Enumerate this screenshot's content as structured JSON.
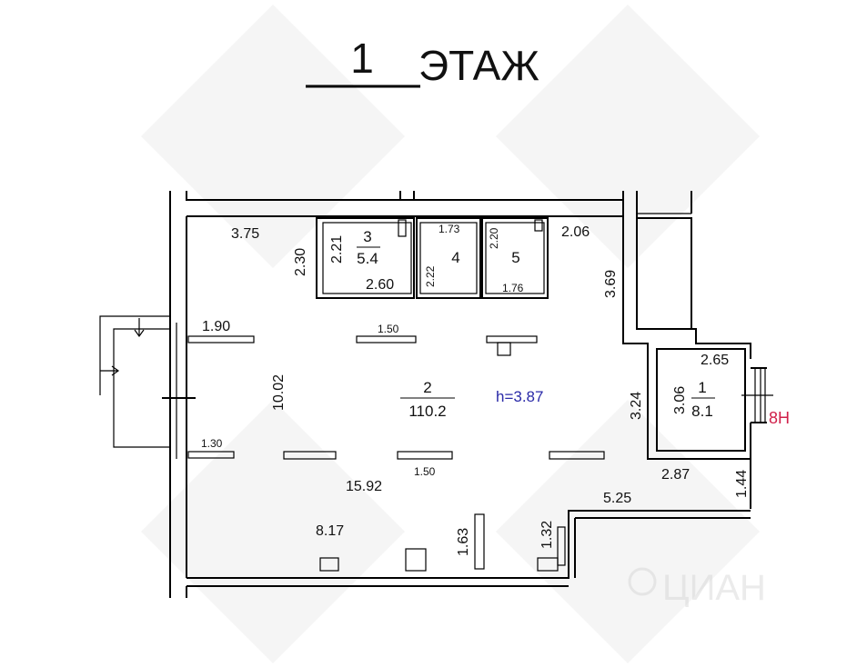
{
  "title": {
    "floor_number": "1",
    "floor_word": "ЭТАЖ"
  },
  "rooms": {
    "main": {
      "number": "2",
      "area": "110.2",
      "height": "h=3.87"
    },
    "room1": {
      "number": "1",
      "area": "8.1"
    },
    "room3": {
      "number": "3",
      "area": "5.4"
    },
    "room4": {
      "number": "4"
    },
    "room5": {
      "number": "5"
    }
  },
  "dimensions": {
    "d375": "3.75",
    "d230": "2.30",
    "d221": "2.21",
    "d260": "2.60",
    "d173": "1.73",
    "d222": "2.22",
    "d220": "2.20",
    "d176": "1.76",
    "d206": "2.06",
    "d369": "3.69",
    "d190": "1.90",
    "d150a": "1.50",
    "d1002": "10.02",
    "d130": "1.30",
    "d150b": "1.50",
    "d1592": "15.92",
    "d265": "2.65",
    "d306": "3.06",
    "d324": "3.24",
    "d287": "2.87",
    "d144": "1.44",
    "d525": "5.25",
    "d817": "8.17",
    "d163": "1.63",
    "d132": "1.32"
  },
  "markers": {
    "entrance": "8Н"
  },
  "watermark": "ЦИАН",
  "colors": {
    "height_label": "#2a2aa8",
    "entrance_label": "#d0204a",
    "watermark": "#e9e9e9"
  }
}
